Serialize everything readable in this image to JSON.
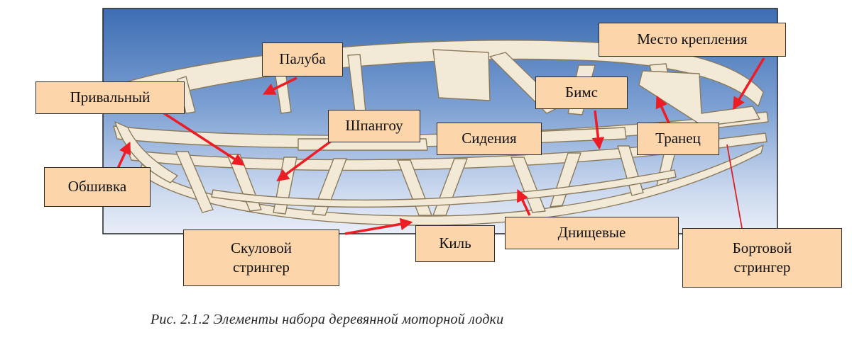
{
  "figure": {
    "caption": "Рис.  2.1.2 Элементы набора деревянной моторной лодки",
    "colors": {
      "label_fill": "#fcd5ab",
      "arrow": "#ee1c24",
      "sky_top": "#3a6bb0",
      "sky_bottom": "#e8eef8",
      "wood": "#f2ead7"
    }
  },
  "labels": {
    "paluba": "Палуба",
    "mesto": "Место крепления",
    "privalny": "Привальный",
    "bims": "Бимс",
    "shpangou": "Шпангоу",
    "sideniya": "Сидения",
    "tranets": "Транец",
    "obshivka": "Обшивка",
    "skulovoy": "Скуловой\nстрингер",
    "kil": "Киль",
    "dnischevye": "Днищевые",
    "bortovoy": "Бортовой\nстрингер"
  }
}
